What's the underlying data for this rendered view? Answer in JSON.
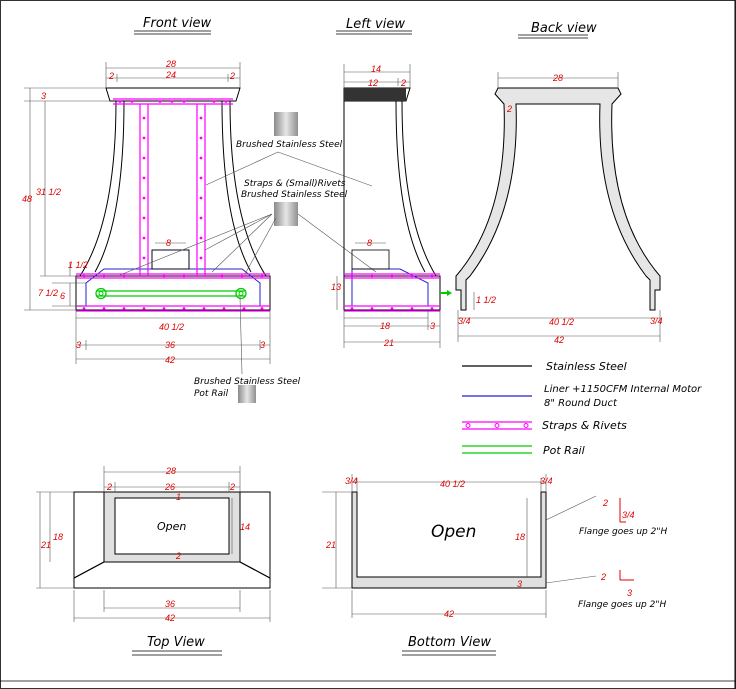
{
  "titles": {
    "front": "Front view",
    "left": "Left view",
    "back": "Back view",
    "top": "Top View",
    "bottom": "Bottom View"
  },
  "callouts": {
    "brushed_ss": "Brushed Stainless Steel",
    "straps_rivets_1": "Straps & (Small)Rivets",
    "straps_rivets_2": "Brushed Stainless Steel",
    "pot_rail_1": "Brushed Stainless Steel",
    "pot_rail_2": "Pot Rail",
    "flange_1": "Flange goes up 2\"H",
    "flange_2": "Flange goes up 2\"H",
    "open_top": "Open",
    "open_bottom": "Open"
  },
  "legend": {
    "stainless": "Stainless Steel",
    "liner_1": "Liner +1150CFM Internal Motor",
    "liner_2": "8\" Round Duct",
    "straps": "Straps & Rivets",
    "pot_rail": "Pot Rail"
  },
  "colors": {
    "stainless": "#000000",
    "liner": "#2222cc",
    "straps": "#ff00ff",
    "pot_rail": "#00cc00",
    "dimension": "#e00000"
  },
  "front_dims": {
    "top_width": "28",
    "inner_width": "24",
    "side_left": "2",
    "side_right": "2",
    "top_band": "3",
    "height_total": "48",
    "height_body": "31 1/2",
    "liner_w": "8",
    "band_a": "1 1/2",
    "band_b": "7 1/2",
    "band_c": "6",
    "rail_width": "40 1/2",
    "bottom_left": "3",
    "bottom_mid": "36",
    "bottom_right": "3",
    "bottom_total": "42"
  },
  "left_dims": {
    "top_depth": "14",
    "inner_depth": "12",
    "side": "2",
    "liner_w": "8",
    "band_h": "13",
    "bottom_mid": "18",
    "bottom_right": "3",
    "bottom_total": "21"
  },
  "back_dims": {
    "top": "28",
    "wall": "2",
    "band": "1 1/2",
    "left_flange": "3/4",
    "mid": "40 1/2",
    "right_flange": "3/4",
    "total": "42"
  },
  "top_dims": {
    "outer": "28",
    "left": "2",
    "inner": "26",
    "right": "2",
    "top_wall": "1",
    "bottom_wall": "2",
    "side_right": "14",
    "depth_total": "21",
    "depth_inner": "18",
    "bottom_mid": "36",
    "bottom_total": "42"
  },
  "bottom_dims": {
    "left": "3/4",
    "mid": "40 1/2",
    "right": "3/4",
    "depth_total": "21",
    "depth_inner": "18",
    "bottom": "3",
    "total": "42",
    "flange_a": "2",
    "flange_b": "3/4",
    "flange_c": "2",
    "flange_d": "3"
  }
}
